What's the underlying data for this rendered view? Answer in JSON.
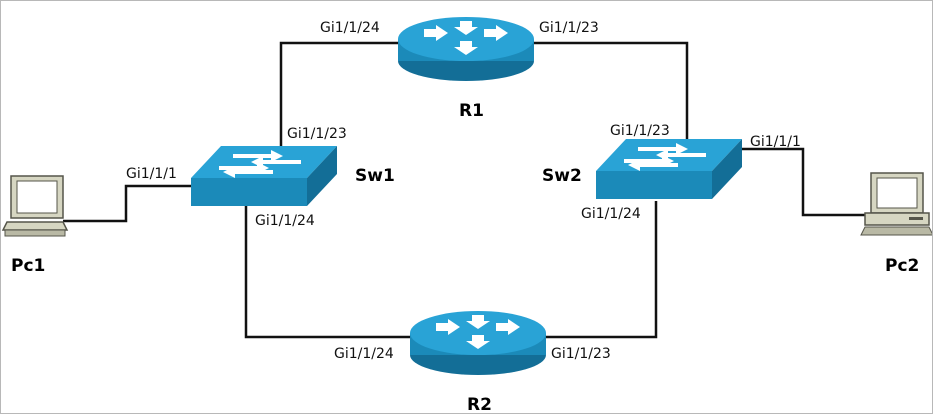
{
  "nodes": {
    "r1": {
      "name": "R1",
      "kind": "router"
    },
    "r2": {
      "name": "R2",
      "kind": "router"
    },
    "sw1": {
      "name": "Sw1",
      "kind": "switch"
    },
    "sw2": {
      "name": "Sw2",
      "kind": "switch"
    },
    "pc1": {
      "name": "Pc1",
      "kind": "pc"
    },
    "pc2": {
      "name": "Pc2",
      "kind": "pc"
    }
  },
  "links": {
    "r1_sw1": {
      "a_port": "Gi1/1/24",
      "b_port": "Gi1/1/23"
    },
    "r1_sw2": {
      "a_port": "Gi1/1/23",
      "b_port": "Gi1/1/23"
    },
    "r2_sw1": {
      "a_port": "Gi1/1/24",
      "b_port": "Gi1/1/24"
    },
    "r2_sw2": {
      "a_port": "Gi1/1/23",
      "b_port": "Gi1/1/24"
    },
    "pc1_sw1": {
      "b_port": "Gi1/1/1"
    },
    "pc2_sw2": {
      "b_port": "Gi1/1/1"
    }
  },
  "colors": {
    "device_top": "#29a3d6",
    "device_side": "#1b8ab9",
    "device_dark": "#136e97",
    "arrow": "#ffffff",
    "pc_body": "#d6d6c2",
    "pc_dark": "#55554a"
  }
}
